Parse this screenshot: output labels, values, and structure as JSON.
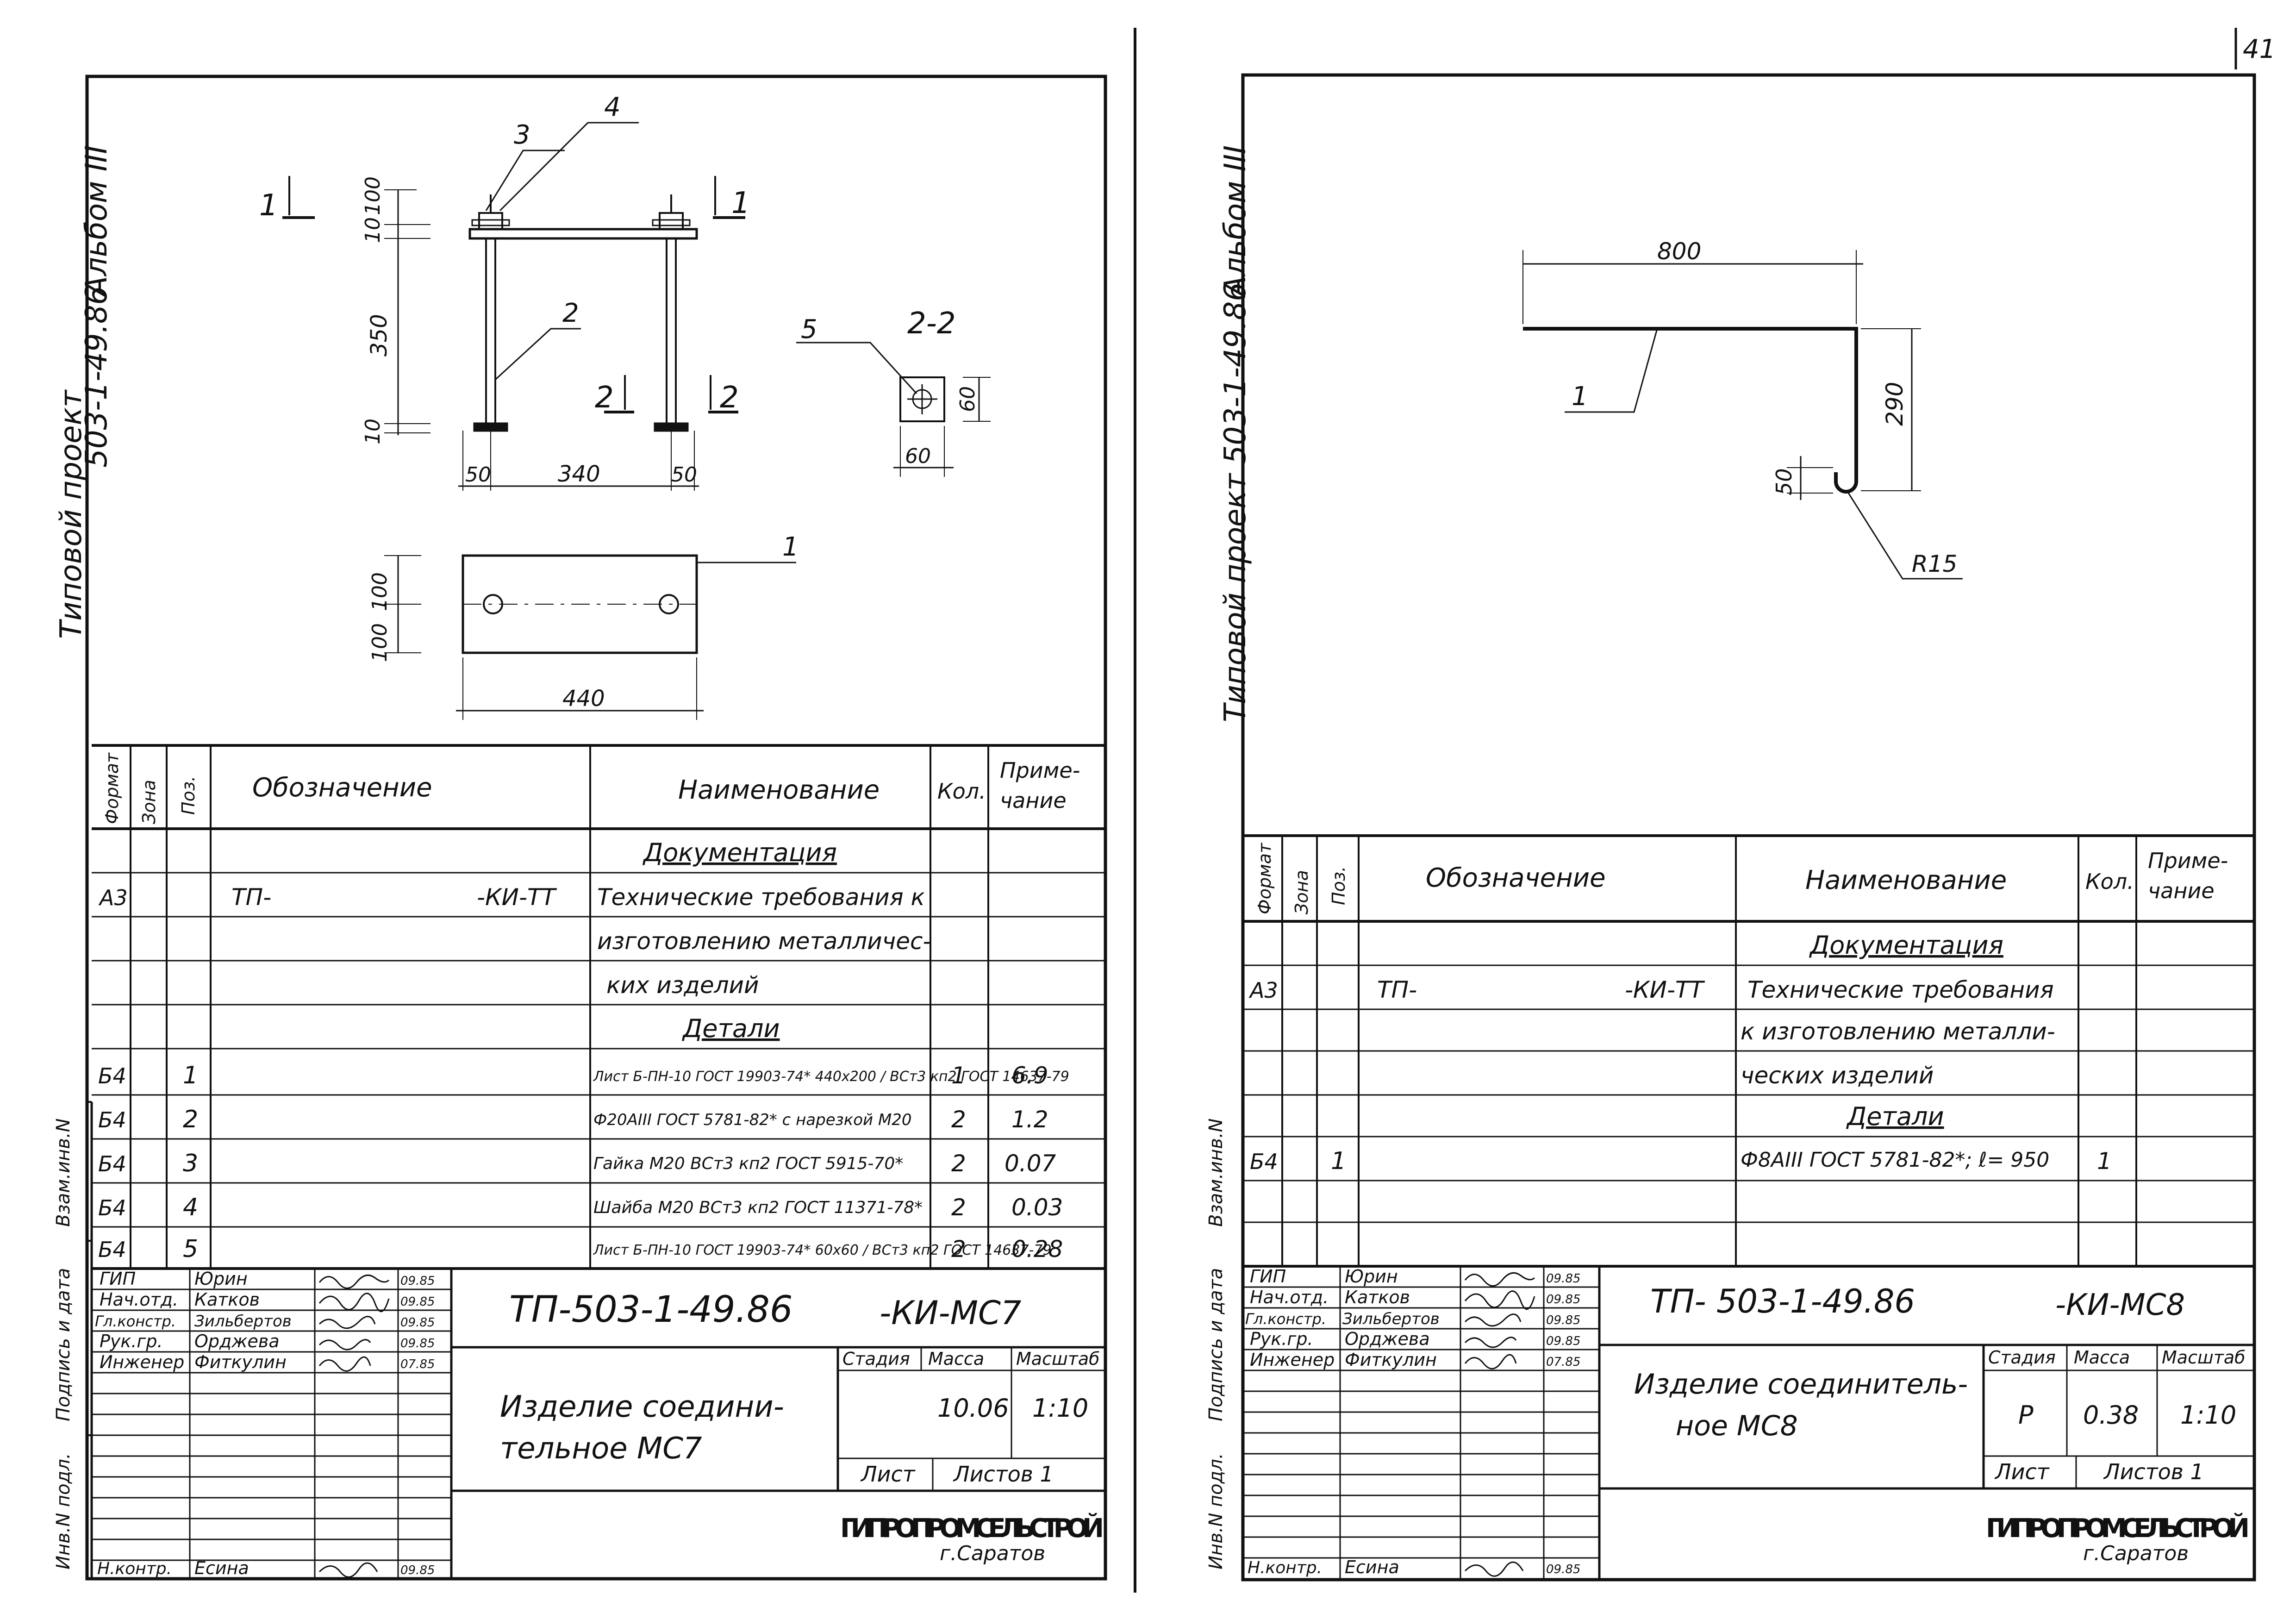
{
  "page_number": "41",
  "left_sheet": {
    "side_title": {
      "line1": "Альбом III",
      "line2": "503-1-49.86",
      "line3": "Типовой проект"
    },
    "drawing": {
      "section_marks": {
        "cut1_left": "1",
        "cut1_right": "1",
        "cut2_left": "2",
        "cut2_right": "2",
        "section_title": "2-2"
      },
      "positions": {
        "p1": "1",
        "p2": "2",
        "p3": "3",
        "p4": "4",
        "p5": "5"
      },
      "dims": {
        "d100": "100",
        "d10a": "10",
        "d350": "350",
        "d10b": "10",
        "d50a": "50",
        "d340": "340",
        "d50b": "50",
        "d60v": "60",
        "d60h": "60",
        "d100b": "100",
        "d100c": "100",
        "d440": "440"
      }
    },
    "spec_header": {
      "format": "Формат",
      "zone": "Зона",
      "pos": "Поз.",
      "designation": "Обозначение",
      "name": "Наименование",
      "qty": "Кол.",
      "note_1": "Приме-",
      "note_2": "чание"
    },
    "spec_rows": [
      {
        "format": "",
        "pos": "",
        "designation": "",
        "name": "Документация",
        "qty": "",
        "note": ""
      },
      {
        "format": "А3",
        "pos": "",
        "designation": "ТП-",
        "designation2": "-КИ-ТТ",
        "name": "Технические требования к",
        "qty": "",
        "note": ""
      },
      {
        "format": "",
        "pos": "",
        "designation": "",
        "name": "изготовлению металличес-",
        "qty": "",
        "note": ""
      },
      {
        "format": "",
        "pos": "",
        "designation": "",
        "name": "ких изделий",
        "qty": "",
        "note": ""
      },
      {
        "format": "",
        "pos": "",
        "designation": "",
        "name": "Детали",
        "qty": "",
        "note": ""
      },
      {
        "format": "Б4",
        "pos": "1",
        "designation": "",
        "name": "Лист Б-ПН-10 ГОСТ 19903-74* 440х200 / ВСт3 кп2 ГОСТ 14637-79",
        "qty": "1",
        "note": "6.9"
      },
      {
        "format": "Б4",
        "pos": "2",
        "designation": "",
        "name": "Ф20АIII ГОСТ 5781-82* с нарезкой М20",
        "qty": "2",
        "note": "1.2"
      },
      {
        "format": "Б4",
        "pos": "3",
        "designation": "",
        "name": "Гайка М20 ВСт3 кп2 ГОСТ 5915-70*",
        "qty": "2",
        "note": "0.07"
      },
      {
        "format": "Б4",
        "pos": "4",
        "designation": "",
        "name": "Шайба М20 ВСт3 кп2 ГОСТ 11371-78*",
        "qty": "2",
        "note": "0.03"
      },
      {
        "format": "Б4",
        "pos": "5",
        "designation": "",
        "name": "Лист Б-ПН-10 ГОСТ 19903-74* 60х60 / ВСт3 кп2 ГОСТ 14637-79",
        "qty": "2",
        "note": "0.28"
      }
    ],
    "title_block": {
      "signers": [
        {
          "role": "ГИП",
          "name": "Юрин",
          "date": "09.85"
        },
        {
          "role": "Нач.отд.",
          "name": "Катков",
          "date": "09.85"
        },
        {
          "role": "Гл.констр.",
          "name": "Зильбертов",
          "date": "09.85"
        },
        {
          "role": "Рук.гр.",
          "name": "Орджева",
          "date": "09.85"
        },
        {
          "role": "Инженер",
          "name": "Фиткулин",
          "date": "07.85"
        }
      ],
      "checker": {
        "role": "Н.контр.",
        "name": "Есина",
        "date": "09.85"
      },
      "code": "ТП-503-1-49.86",
      "code_suffix": "-КИ-МС7",
      "title_1": "Изделие соедини-",
      "title_2": "тельное МС7",
      "stage_label": "Стадия",
      "mass_label": "Масса",
      "scale_label": "Масштаб",
      "stage": "",
      "mass": "10.06",
      "scale": "1:10",
      "sheet_label": "Лист",
      "sheets_label": "Листов 1",
      "org": "ГИПРОПРОМСЕЛЬСТРОЙ",
      "city": "г.Саратов"
    },
    "margin_labels": {
      "inv": "Взам.инв.N",
      "sign": "Подпись и дата",
      "inv_orig": "Инв.N подл."
    }
  },
  "right_sheet": {
    "side_title": {
      "line1": "Альбом III",
      "line2": "Типовой проект 503-1-49.86"
    },
    "drawing": {
      "dims": {
        "d800": "800",
        "d290": "290",
        "d50": "50",
        "r15": "R15"
      },
      "position": "1"
    },
    "spec_header": {
      "format": "Формат",
      "zone": "Зона",
      "pos": "Поз.",
      "designation": "Обозначение",
      "name": "Наименование",
      "qty": "Кол.",
      "note_1": "Приме-",
      "note_2": "чание"
    },
    "spec_rows": [
      {
        "format": "",
        "pos": "",
        "designation": "",
        "name": "Документация",
        "qty": ""
      },
      {
        "format": "А3",
        "pos": "",
        "designation": "ТП-",
        "designation2": "-КИ-ТТ",
        "name": "Технические требования",
        "qty": ""
      },
      {
        "format": "",
        "pos": "",
        "designation": "",
        "name": "к изготовлению металли-",
        "qty": ""
      },
      {
        "format": "",
        "pos": "",
        "designation": "",
        "name": "ческих изделий",
        "qty": ""
      },
      {
        "format": "",
        "pos": "",
        "designation": "",
        "name": "Детали",
        "qty": ""
      },
      {
        "format": "Б4",
        "pos": "1",
        "designation": "",
        "name": "Ф8АIII ГОСТ 5781-82*; ℓ= 950",
        "qty": "1"
      }
    ],
    "title_block": {
      "signers": [
        {
          "role": "ГИП",
          "name": "Юрин",
          "date": "09.85"
        },
        {
          "role": "Нач.отд.",
          "name": "Катков",
          "date": "09.85"
        },
        {
          "role": "Гл.констр.",
          "name": "Зильбертов",
          "date": "09.85"
        },
        {
          "role": "Рук.гр.",
          "name": "Орджева",
          "date": "09.85"
        },
        {
          "role": "Инженер",
          "name": "Фиткулин",
          "date": "07.85"
        }
      ],
      "checker": {
        "role": "Н.контр.",
        "name": "Есина",
        "date": "09.85"
      },
      "code": "ТП- 503-1-49.86",
      "code_suffix": "-КИ-МС8",
      "title_1": "Изделие соединитель-",
      "title_2": "ное МС8",
      "stage_label": "Стадия",
      "mass_label": "Масса",
      "scale_label": "Масштаб",
      "stage": "Р",
      "mass": "0.38",
      "scale": "1:10",
      "sheet_label": "Лист",
      "sheets_label": "Листов 1",
      "org": "ГИПРОПРОМСЕЛЬСТРОЙ",
      "city": "г.Саратов"
    },
    "margin_labels": {
      "inv": "Взам.инв.N",
      "sign": "Подпись и дата",
      "inv_orig": "Инв.N подл."
    }
  }
}
